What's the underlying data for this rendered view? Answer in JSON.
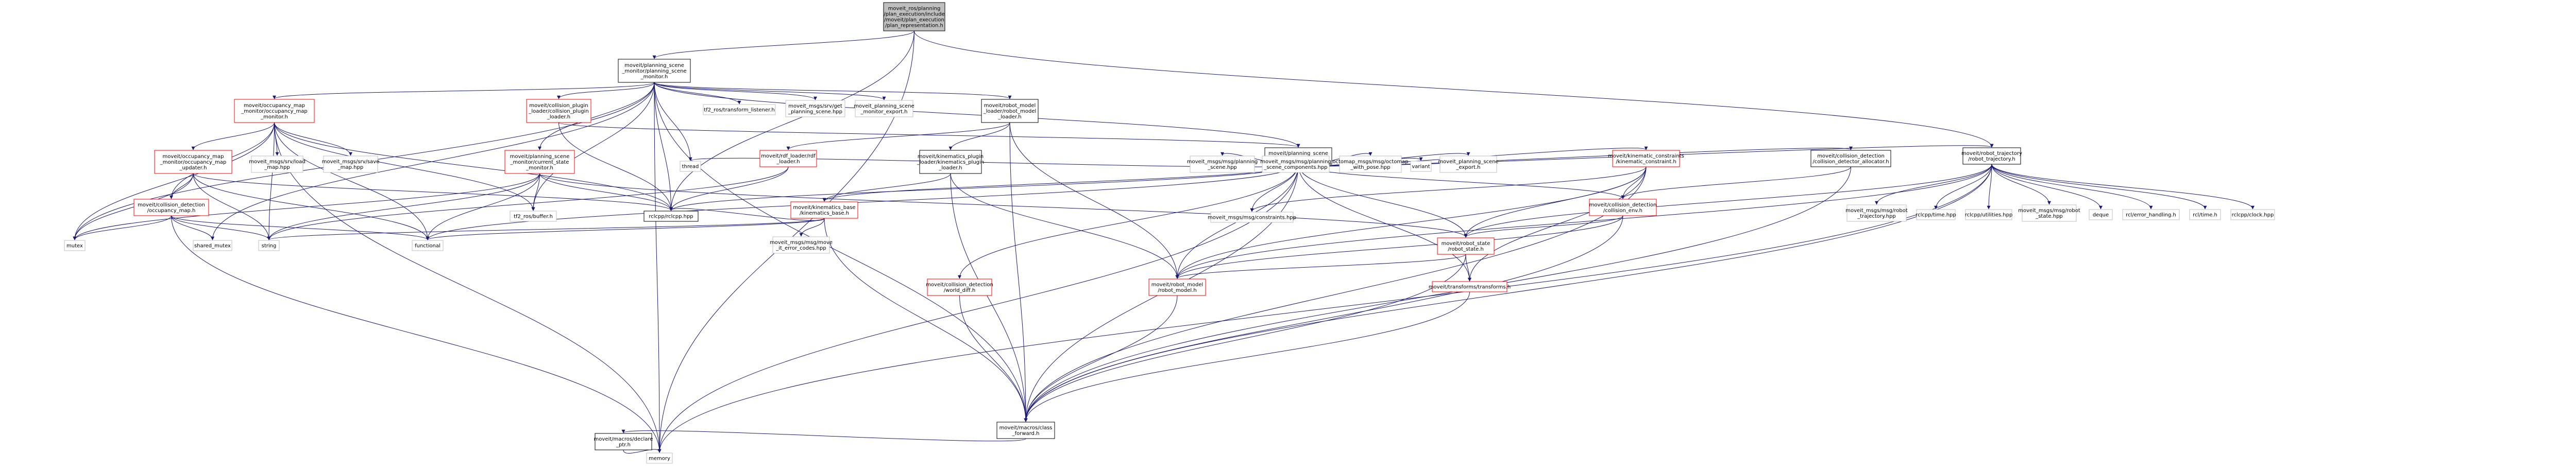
{
  "colors": {
    "root_fill": "#bfbfbf",
    "root_border": "#000000",
    "linked_border": "#000000",
    "missing_border": "#ff0000",
    "external_border": "#bfbfbf",
    "edge": "#191970",
    "background": "#ffffff"
  },
  "nodes": [
    {
      "id": "root",
      "style": "root",
      "lines": [
        "moveit_ros/planning",
        "/plan_execution/include",
        "/moveit/plan_execution",
        "/plan_representation.h"
      ]
    },
    {
      "id": "psm",
      "style": "linked",
      "lines": [
        "moveit/planning_scene",
        "_monitor/planning_scene",
        "_monitor.h"
      ]
    },
    {
      "id": "rt",
      "style": "linked",
      "lines": [
        "moveit/robot_trajectory",
        "/robot_trajectory.h"
      ]
    },
    {
      "id": "memory",
      "style": "external",
      "lines": [
        "memory"
      ]
    },
    {
      "id": "rclcpp",
      "style": "linked",
      "lines": [
        "rclcpp/rclcpp.hpp"
      ]
    },
    {
      "id": "ps",
      "style": "linked",
      "lines": [
        "moveit/planning_scene",
        "/planning_scene.h"
      ]
    },
    {
      "id": "cfwd",
      "style": "linked",
      "lines": [
        "moveit/macros/class",
        "_forward.h"
      ]
    },
    {
      "id": "om",
      "style": "missing",
      "lines": [
        "moveit/occupancy_map",
        "_monitor/occupancy_map",
        "_monitor.h"
      ]
    },
    {
      "id": "ccpl",
      "style": "missing",
      "lines": [
        "moveit/collision_plugin",
        "_loader/collision_plugin",
        "_loader.h"
      ]
    },
    {
      "id": "csm",
      "style": "missing",
      "lines": [
        "moveit/planning_scene",
        "_monitor/current_state",
        "_monitor.h"
      ]
    },
    {
      "id": "tf2listen",
      "style": "external",
      "lines": [
        "tf2_ros/transform_listener.h"
      ]
    },
    {
      "id": "getps",
      "style": "external",
      "lines": [
        "moveit_msgs/srv/get",
        "_planning_scene.hpp"
      ]
    },
    {
      "id": "psexport_m",
      "style": "external",
      "lines": [
        "moveit_planning_scene",
        "_monitor_export.h"
      ]
    },
    {
      "id": "rml",
      "style": "linked",
      "lines": [
        "moveit/robot_model",
        "_loader/robot_model",
        "_loader.h"
      ]
    },
    {
      "id": "omu",
      "style": "missing",
      "lines": [
        "moveit/occupancy_map",
        "_monitor/occupancy_map",
        "_updater.h"
      ]
    },
    {
      "id": "octree",
      "style": "external",
      "lines": [
        "moveit_msgs/srv/load",
        "_map.hpp"
      ]
    },
    {
      "id": "savemap",
      "style": "external",
      "lines": [
        "moveit_msgs/srv/save",
        "_map.hpp"
      ]
    },
    {
      "id": "ocmap",
      "style": "missing",
      "lines": [
        "moveit/collision_detection",
        "/occupancy_map.h"
      ]
    },
    {
      "id": "mutex",
      "style": "external",
      "lines": [
        "mutex"
      ]
    },
    {
      "id": "shared_mutex",
      "style": "external",
      "lines": [
        "shared_mutex"
      ]
    },
    {
      "id": "string",
      "style": "external",
      "lines": [
        "string"
      ]
    },
    {
      "id": "functional",
      "style": "external",
      "lines": [
        "functional"
      ]
    },
    {
      "id": "tf2buf",
      "style": "external",
      "lines": [
        "tf2_ros/buffer.h"
      ]
    },
    {
      "id": "thread",
      "style": "external",
      "lines": [
        "thread"
      ]
    },
    {
      "id": "rdf",
      "style": "missing",
      "lines": [
        "moveit/rdf_loader/rdf",
        "_loader.h"
      ]
    },
    {
      "id": "kpl",
      "style": "linked",
      "lines": [
        "moveit/kinematics_plugin",
        "_loader/kinematics_plugin",
        "_loader.h"
      ]
    },
    {
      "id": "kbase",
      "style": "missing",
      "lines": [
        "moveit/kinematics_base",
        "/kinematics_base.h"
      ]
    },
    {
      "id": "errcodes",
      "style": "external",
      "lines": [
        "moveit_msgs/msg/move",
        "_it_error_codes.hpp"
      ]
    },
    {
      "id": "psmsg",
      "style": "external",
      "lines": [
        "moveit_msgs/msg/planning",
        "_scene.hpp"
      ]
    },
    {
      "id": "pscomp",
      "style": "external",
      "lines": [
        "moveit_msgs/msg/planning",
        "_scene_components.hpp"
      ]
    },
    {
      "id": "octomsg",
      "style": "external",
      "lines": [
        "octomap_msgs/msg/octomap",
        "_with_pose.hpp"
      ]
    },
    {
      "id": "variant",
      "style": "external",
      "lines": [
        "variant"
      ]
    },
    {
      "id": "psexport",
      "style": "external",
      "lines": [
        "moveit_planning_scene",
        "_export.h"
      ]
    },
    {
      "id": "kc",
      "style": "missing",
      "lines": [
        "moveit/kinematic_constraints",
        "/kinematic_constraint.h"
      ]
    },
    {
      "id": "cda",
      "style": "linked",
      "lines": [
        "moveit/collision_detection",
        "/collision_detector_allocator.h"
      ]
    },
    {
      "id": "constraints",
      "style": "external",
      "lines": [
        "moveit_msgs/msg/constraints.hpp"
      ]
    },
    {
      "id": "cenv",
      "style": "missing",
      "lines": [
        "moveit/collision_detection",
        "/collision_env.h"
      ]
    },
    {
      "id": "wdiff",
      "style": "missing",
      "lines": [
        "moveit/collision_detection",
        "/world_diff.h"
      ]
    },
    {
      "id": "rmodel",
      "style": "missing",
      "lines": [
        "moveit/robot_model",
        "/robot_model.h"
      ]
    },
    {
      "id": "rstate",
      "style": "missing",
      "lines": [
        "moveit/robot_state",
        "/robot_state.h"
      ]
    },
    {
      "id": "transforms",
      "style": "missing",
      "lines": [
        "moveit/transforms/transforms.h"
      ]
    },
    {
      "id": "declptr",
      "style": "linked",
      "lines": [
        "moveit/macros/declare",
        "_ptr.h"
      ]
    },
    {
      "id": "rtmsg",
      "style": "external",
      "lines": [
        "moveit_msgs/msg/robot",
        "_trajectory.hpp"
      ]
    },
    {
      "id": "time",
      "style": "external",
      "lines": [
        "rclcpp/time.hpp"
      ]
    },
    {
      "id": "utilities",
      "style": "external",
      "lines": [
        "rclcpp/utilities.hpp"
      ]
    },
    {
      "id": "rsmsg",
      "style": "external",
      "lines": [
        "moveit_msgs/msg/robot",
        "_state.hpp"
      ]
    },
    {
      "id": "deque",
      "style": "external",
      "lines": [
        "deque"
      ]
    },
    {
      "id": "errh",
      "style": "external",
      "lines": [
        "rcl/error_handling.h"
      ]
    },
    {
      "id": "rcltime",
      "style": "external",
      "lines": [
        "rcl/time.h"
      ]
    },
    {
      "id": "clock",
      "style": "external",
      "lines": [
        "rclcpp/clock.hpp"
      ]
    }
  ],
  "edges": [
    [
      "root",
      "psm"
    ],
    [
      "root",
      "rt"
    ],
    [
      "root",
      "memory"
    ],
    [
      "root",
      "rclcpp"
    ],
    [
      "psm",
      "ps"
    ],
    [
      "psm",
      "om"
    ],
    [
      "psm",
      "ccpl"
    ],
    [
      "psm",
      "csm"
    ],
    [
      "psm",
      "tf2listen"
    ],
    [
      "psm",
      "getps"
    ],
    [
      "psm",
      "psexport_m"
    ],
    [
      "psm",
      "rml"
    ],
    [
      "psm",
      "memory"
    ],
    [
      "psm",
      "rclcpp"
    ],
    [
      "psm",
      "thread"
    ],
    [
      "psm",
      "mutex"
    ],
    [
      "psm",
      "shared_mutex"
    ],
    [
      "psm",
      "tf2buf"
    ],
    [
      "psm",
      "cfwd"
    ],
    [
      "om",
      "omu"
    ],
    [
      "om",
      "octree"
    ],
    [
      "om",
      "savemap"
    ],
    [
      "om",
      "ocmap"
    ],
    [
      "om",
      "tf2buf"
    ],
    [
      "om",
      "rclcpp"
    ],
    [
      "om",
      "mutex"
    ],
    [
      "om",
      "string"
    ],
    [
      "om",
      "functional"
    ],
    [
      "om",
      "memory"
    ],
    [
      "omu",
      "ocmap"
    ],
    [
      "omu",
      "rclcpp"
    ],
    [
      "omu",
      "string"
    ],
    [
      "omu",
      "functional"
    ],
    [
      "omu",
      "mutex"
    ],
    [
      "ocmap",
      "memory"
    ],
    [
      "ocmap",
      "mutex"
    ],
    [
      "ocmap",
      "shared_mutex"
    ],
    [
      "ocmap",
      "string"
    ],
    [
      "ocmap",
      "functional"
    ],
    [
      "ccpl",
      "rclcpp"
    ],
    [
      "ccpl",
      "ps"
    ],
    [
      "csm",
      "rclcpp"
    ],
    [
      "csm",
      "tf2buf"
    ],
    [
      "csm",
      "functional"
    ],
    [
      "csm",
      "string"
    ],
    [
      "csm",
      "rstate"
    ],
    [
      "csm",
      "mutex"
    ],
    [
      "rml",
      "rdf"
    ],
    [
      "rml",
      "kpl"
    ],
    [
      "rml",
      "rmodel"
    ],
    [
      "rml",
      "cfwd"
    ],
    [
      "rdf",
      "rclcpp"
    ],
    [
      "rdf",
      "string"
    ],
    [
      "kpl",
      "kbase"
    ],
    [
      "kpl",
      "rmodel"
    ],
    [
      "kpl",
      "cfwd"
    ],
    [
      "kbase",
      "errcodes"
    ],
    [
      "kbase",
      "functional"
    ],
    [
      "kbase",
      "string"
    ],
    [
      "kbase",
      "cfwd"
    ],
    [
      "kbase",
      "rclcpp"
    ],
    [
      "ps",
      "psmsg"
    ],
    [
      "ps",
      "pscomp"
    ],
    [
      "ps",
      "octomsg"
    ],
    [
      "ps",
      "variant"
    ],
    [
      "ps",
      "psexport"
    ],
    [
      "ps",
      "kc"
    ],
    [
      "ps",
      "cda"
    ],
    [
      "ps",
      "rt"
    ],
    [
      "ps",
      "cenv"
    ],
    [
      "ps",
      "wdiff"
    ],
    [
      "ps",
      "rmodel"
    ],
    [
      "ps",
      "rstate"
    ],
    [
      "ps",
      "transforms"
    ],
    [
      "ps",
      "constraints"
    ],
    [
      "ps",
      "thread"
    ],
    [
      "ps",
      "rclcpp"
    ],
    [
      "ps",
      "functional"
    ],
    [
      "ps",
      "kbase"
    ],
    [
      "ps",
      "cfwd"
    ],
    [
      "ps",
      "memory"
    ],
    [
      "kc",
      "constraints"
    ],
    [
      "kc",
      "cenv"
    ],
    [
      "kc",
      "rstate"
    ],
    [
      "kc",
      "rmodel"
    ],
    [
      "kc",
      "transforms"
    ],
    [
      "kc",
      "cfwd"
    ],
    [
      "cda",
      "cenv"
    ],
    [
      "cda",
      "cfwd"
    ],
    [
      "cenv",
      "rstate"
    ],
    [
      "cenv",
      "rmodel"
    ],
    [
      "cenv",
      "cfwd"
    ],
    [
      "wdiff",
      "cfwd"
    ],
    [
      "rstate",
      "rmodel"
    ],
    [
      "rstate",
      "transforms"
    ],
    [
      "rstate",
      "cfwd"
    ],
    [
      "rmodel",
      "cfwd"
    ],
    [
      "transforms",
      "cfwd"
    ],
    [
      "cfwd",
      "declptr"
    ],
    [
      "declptr",
      "memory"
    ],
    [
      "rt",
      "rtmsg"
    ],
    [
      "rt",
      "time"
    ],
    [
      "rt",
      "utilities"
    ],
    [
      "rt",
      "rsmsg"
    ],
    [
      "rt",
      "deque"
    ],
    [
      "rt",
      "errh"
    ],
    [
      "rt",
      "rcltime"
    ],
    [
      "rt",
      "clock"
    ],
    [
      "rt",
      "rmodel"
    ],
    [
      "rt",
      "rstate"
    ],
    [
      "rt",
      "cfwd"
    ],
    [
      "rt",
      "memory"
    ]
  ]
}
